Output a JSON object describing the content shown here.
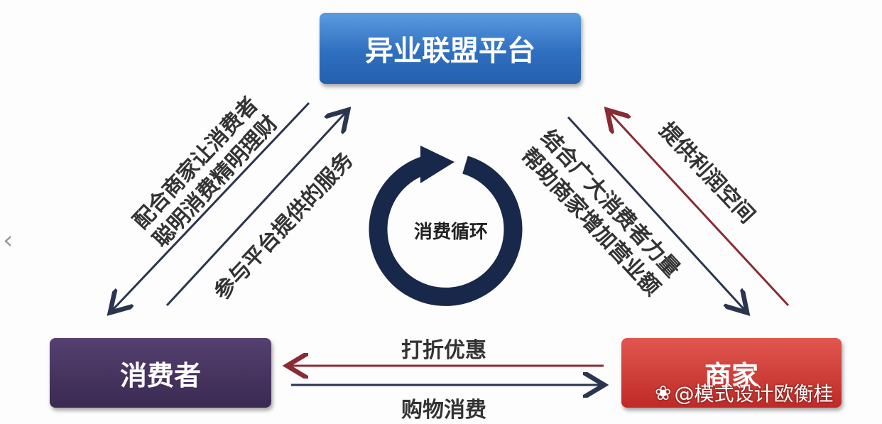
{
  "nodes": {
    "platform": "异业联盟平台",
    "consumer": "消费者",
    "merchant": "商家"
  },
  "center": {
    "label": "消费循环"
  },
  "edges": {
    "platform_to_consumer": [
      "配合商家让消费者",
      "聪明消费精明理财"
    ],
    "consumer_to_platform": "参与平台提供的服务",
    "platform_to_merchant": [
      "结合广大消费者力量",
      "帮助商家增加营业额"
    ],
    "merchant_to_platform": "提供利润空间",
    "merchant_to_consumer": "打折优惠",
    "consumer_to_merchant": "购物消费"
  },
  "colors": {
    "platform": "#3478c8",
    "consumer": "#3f2e58",
    "merchant": "#cc3530",
    "dark_arrow": "#2a3550",
    "red_arrow": "#8a2a35",
    "cycle": "#18284a"
  },
  "nav": {
    "back_icon": "chevron-left-icon"
  },
  "watermark": "@模式设计欧衡桂"
}
